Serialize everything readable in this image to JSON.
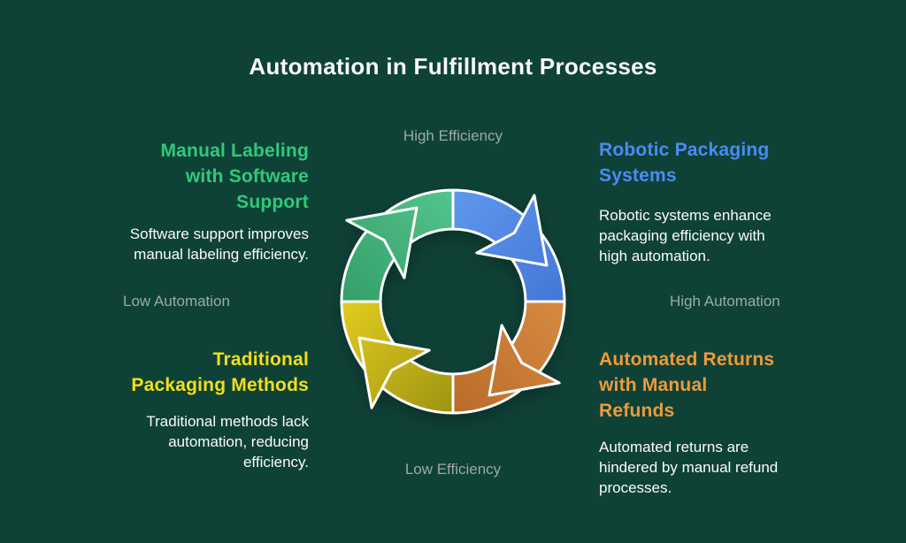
{
  "title": "Automation in Fulfillment Processes",
  "background_color": "#0f4237",
  "axis_labels": {
    "top": "High Efficiency",
    "bottom": "Low Efficiency",
    "left": "Low Automation",
    "right": "High Automation",
    "color": "#9baaa3"
  },
  "diagram": {
    "type": "cycle",
    "flow": "clockwise",
    "outline_color": "#ffffff",
    "segments": [
      {
        "name": "manual-labeling-with-software-support",
        "position": "top-left",
        "color_light": "#55c48c",
        "color_dark": "#339e68"
      },
      {
        "name": "robotic-packaging-systems",
        "position": "top-right",
        "color_light": "#5f97ee",
        "color_dark": "#4377d6"
      },
      {
        "name": "automated-returns-with-manual-refunds",
        "position": "bottom-right",
        "color_light": "#d68a42",
        "color_dark": "#b96c29"
      },
      {
        "name": "traditional-packaging-methods",
        "position": "bottom-left",
        "color_light": "#e3cc1e",
        "color_dark": "#9e9414"
      }
    ]
  },
  "quadrants": [
    {
      "position": "top-left",
      "heading": "Manual Labeling\nwith Software\nSupport",
      "heading_color": "#30c97a",
      "body": "Software support improves\nmanual labeling efficiency."
    },
    {
      "position": "top-right",
      "heading": "Robotic Packaging\nSystems",
      "heading_color": "#4a8bf5",
      "body": "Robotic systems enhance\npackaging efficiency with\nhigh automation."
    },
    {
      "position": "bottom-left",
      "heading": "Traditional\nPackaging Methods",
      "heading_color": "#f2de1b",
      "body": "Traditional methods lack\nautomation, reducing\nefficiency."
    },
    {
      "position": "bottom-right",
      "heading": "Automated Returns\nwith Manual\nRefunds",
      "heading_color": "#ee9a3b",
      "body": "Automated returns are\nhindered by manual refund\nprocesses."
    }
  ]
}
